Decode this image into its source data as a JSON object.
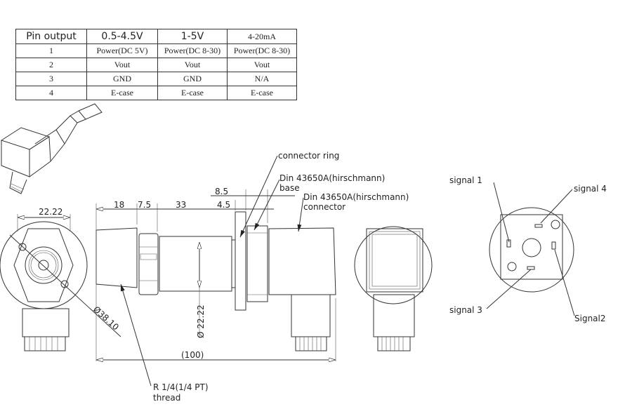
{
  "pin_table": {
    "headers": [
      "Pin output",
      "0.5-4.5V",
      "1-5V",
      "4-20mA"
    ],
    "rows": [
      [
        "1",
        "Power(DC 5V)",
        "Power(DC 8-30)",
        "Power(DC 8-30)"
      ],
      [
        "2",
        "Vout",
        "Vout",
        "Vout"
      ],
      [
        "3",
        "GND",
        "GND",
        "N/A"
      ],
      [
        "4",
        "E-case",
        "E-case",
        "E-case"
      ]
    ]
  },
  "dimensions": {
    "end_width": "22.22",
    "d18": "18",
    "d7_5": "7.5",
    "d33": "33",
    "d4_5": "4.5",
    "d8_5": "8.5",
    "body_diameter": "Ø 22.22",
    "flange_diameter": "Ø38.10",
    "total_length": "(100)"
  },
  "labels": {
    "connector_ring": "connector ring",
    "din_base_1": "Din 43650A(hirschmann)",
    "din_base_2": "base",
    "din_conn_1": "Din 43650A(hirschmann)",
    "din_conn_2": "connector",
    "thread_1": "R 1/4(1/4 PT)",
    "thread_2": "thread",
    "signal1": "signal 1",
    "signal2": "Signal2",
    "signal3": "signal 3",
    "signal4": "signal 4"
  }
}
